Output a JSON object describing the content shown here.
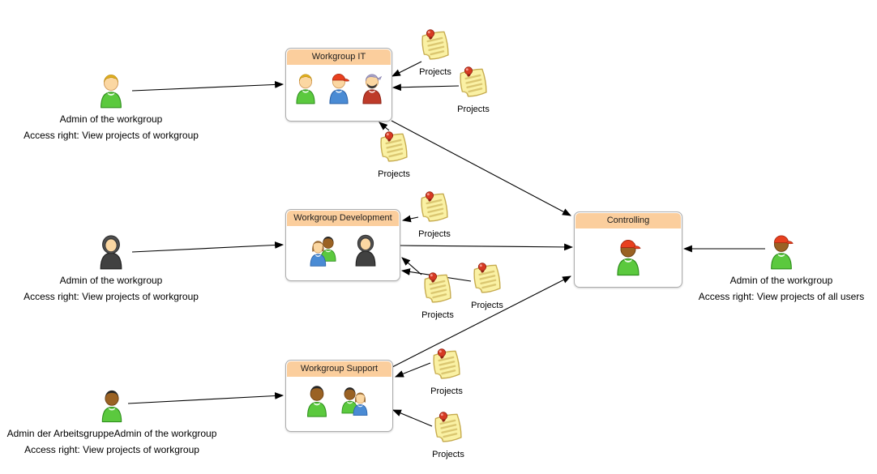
{
  "colors": {
    "canvas_bg": "#FFFFFF",
    "box_bg": "#FFFFFF",
    "box_border": "#ADADAD",
    "header_fill": "#FBCE9D",
    "text": "#000000",
    "arrow": "#000000",
    "note_fill": "#FAF1A4",
    "note_stroke": "#C6AB4E",
    "note_line": "#DBC771",
    "note_fold": "#E3D27E",
    "pin_red": "#D63A23",
    "shirt_green": "#5BC93E",
    "shirt_blue": "#4A8BD4",
    "shirt_red": "#BE3B2A",
    "shirt_dark": "#414141",
    "skin_light": "#FBD7A2",
    "skin_dark": "#9A6224",
    "hair_blonde": "#DFAF1F",
    "hair_brown": "#9A6B35",
    "hair_black": "#262626",
    "cap_red": "#E8401F",
    "bandana": "#A7A2C6"
  },
  "groups": [
    {
      "title": "Workgroup IT",
      "member_icons": [
        "person-blonde",
        "person-red-cap-blue",
        "person-bandana-beard"
      ]
    },
    {
      "title": "Workgroup Development",
      "member_icons": [
        "people-pair",
        "person-hoodie"
      ]
    },
    {
      "title": "Workgroup Support",
      "member_icons": [
        "person-dark-skin",
        "people-pair"
      ]
    },
    {
      "title": "Controlling",
      "member_icons": [
        "person-red-cap-green"
      ]
    }
  ],
  "admins": [
    {
      "icon": "person-blonde",
      "line1": "Admin of the workgroup",
      "line2": "Access right: View projects of workgroup"
    },
    {
      "icon": "person-hoodie",
      "line1": "Admin of the workgroup",
      "line2": "Access right: View projects of workgroup"
    },
    {
      "icon": "person-dark-skin",
      "line1": "Admin der ArbeitsgruppeAdmin of the workgroup",
      "line2": "Access right: View projects of workgroup"
    },
    {
      "icon": "person-red-cap-green",
      "line1": "Admin of the workgroup",
      "line2": "Access right: View projects of all users"
    }
  ],
  "documents": [
    {
      "label": "Projects"
    },
    {
      "label": "Projects"
    },
    {
      "label": "Projects"
    },
    {
      "label": "Projects"
    },
    {
      "label": "Projects"
    },
    {
      "label": "Projects"
    },
    {
      "label": "Projects"
    },
    {
      "label": "Projects"
    }
  ]
}
